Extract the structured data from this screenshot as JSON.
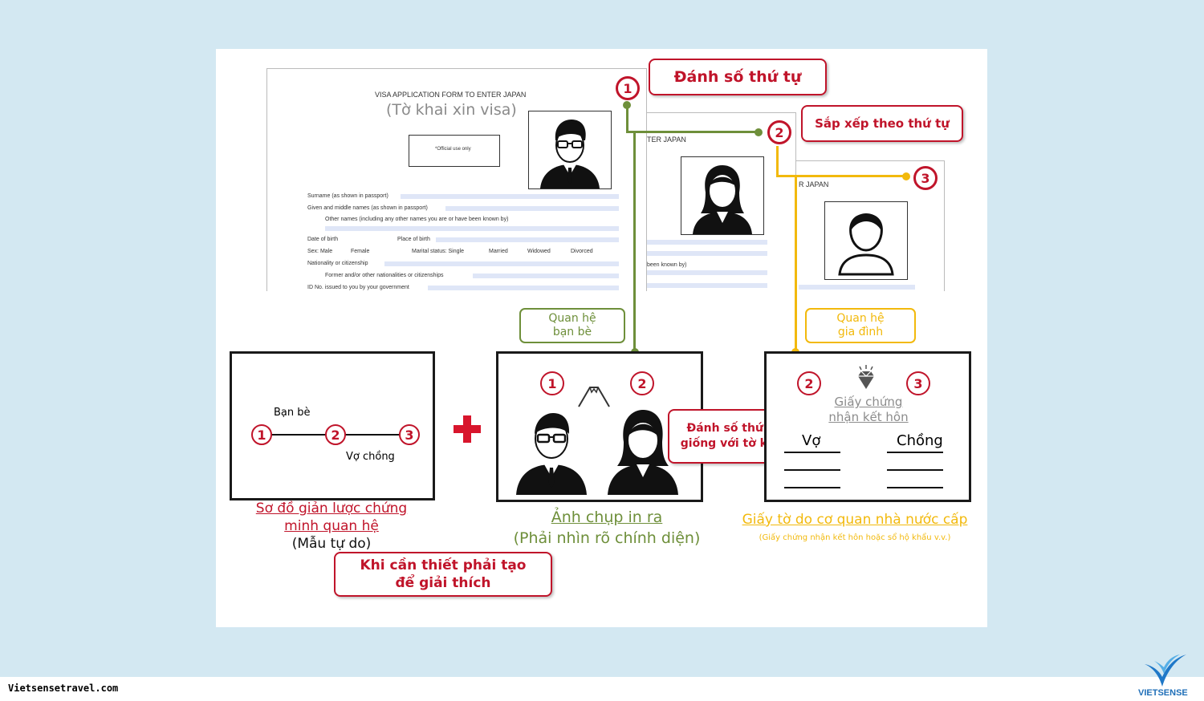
{
  "form": {
    "header": "VISA APPLICATION FORM TO ENTER JAPAN",
    "subtitle": "(Tờ khai xin visa)",
    "official_use": "*Official use only",
    "fields": {
      "surname": "Surname (as shown in passport)",
      "given_names": "Given and middle names (as shown in passport)",
      "other_names": "Other names (including any other names you are or have been known by)",
      "date_of_birth": "Date of birth",
      "place_of_birth": "Place of birth",
      "sex": "Sex: Male",
      "female": "Female",
      "marital": "Marital status: Single",
      "married": "Married",
      "widowed": "Widowed",
      "divorced": "Divorced",
      "nationality": "Nationality or citizenship",
      "former_nationality": "Former and/or other nationalities or citizenships",
      "id_no": "ID No. issued to you by your government"
    },
    "partial_header_2": "TER JAPAN",
    "partial_header_3": "R JAPAN",
    "partial_text_2": "been known by)"
  },
  "callouts": {
    "numbering": "Đánh số thứ tự",
    "ordering": "Sắp xếp theo thứ tự",
    "same_number_line1": "Đánh số thứ tự",
    "same_number_line2": "giống với tờ khai",
    "explain_line1": "Khi cần thiết phải tạo",
    "explain_line2": "để giải thích"
  },
  "numbers": {
    "one": "1",
    "two": "2",
    "three": "3"
  },
  "relations": {
    "friends_line1": "Quan hệ",
    "friends_line2": "bạn bè",
    "family_line1": "Quan hệ",
    "family_line2": "gia đình"
  },
  "diagram_card": {
    "friends_label": "Bạn bè",
    "spouse_label": "Vợ chồng"
  },
  "cert_card": {
    "title_line1": "Giấy chứng",
    "title_line2": "nhận kết hôn",
    "wife": "Vợ",
    "husband": "Chồng"
  },
  "plus_symbol": "+",
  "captions": {
    "diagram_line1": "Sơ đồ giản lược chứng",
    "diagram_line2": "minh quan hệ",
    "diagram_line3": "(Mẫu tự do)",
    "photo_line1": "Ảnh chụp in ra",
    "photo_line2": "(Phải nhìn rõ chính diện)",
    "docs_line1": "Giấy tờ do cơ quan nhà nước cấp",
    "docs_line2": "(Giấy chứng nhận kết hôn hoặc sổ hộ khẩu v.v.)"
  },
  "footer": {
    "site": "Vietsensetravel.com",
    "brand": "VIETSENSE"
  },
  "colors": {
    "background": "#d3e8f2",
    "red": "#c0142a",
    "green": "#6e8f3a",
    "yellow": "#f2b90c"
  }
}
